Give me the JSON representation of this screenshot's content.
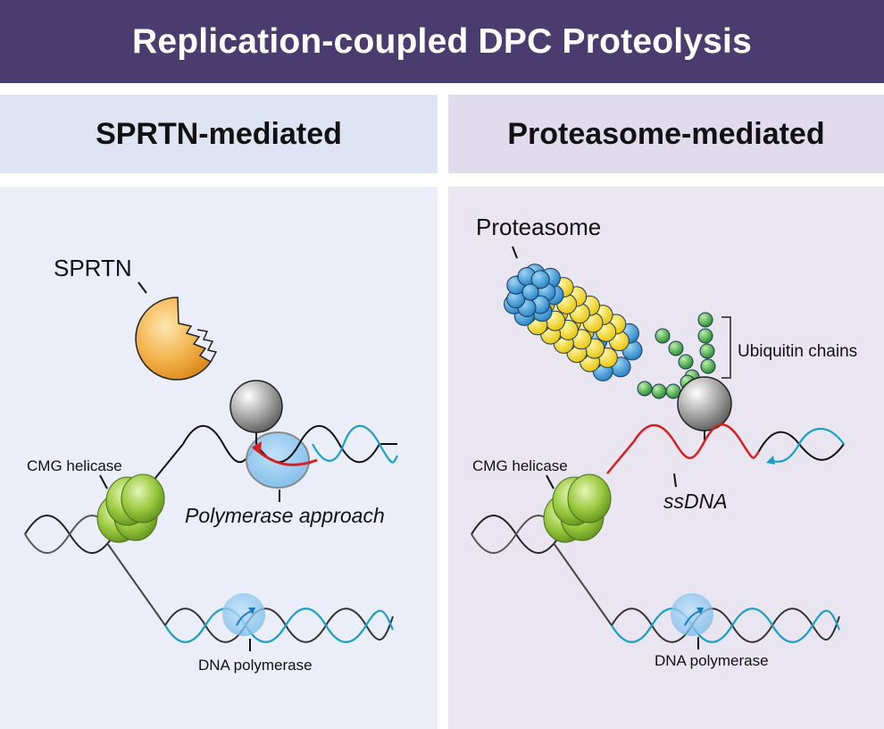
{
  "title": "Replication-coupled DPC Proteolysis",
  "panels": {
    "left": {
      "heading": "SPRTN-mediated",
      "labels": {
        "sprtn": "SPRTN",
        "cmg": "CMG helicase",
        "approach": "Polymerase approach",
        "polymerase": "DNA polymerase"
      }
    },
    "right": {
      "heading": "Proteasome-mediated",
      "labels": {
        "proteasome": "Proteasome",
        "ubiquitin": "Ubiquitin chains",
        "cmg": "CMG helicase",
        "ssdna": "ssDNA",
        "polymerase": "DNA polymerase"
      }
    }
  },
  "colors": {
    "title_bg": "#4a3c6e",
    "sprtn": "#f0a93a",
    "helicase": "#8fbf3a",
    "polymerase": "#6fb5e8",
    "dna_blue": "#1aa0c8",
    "dna_black": "#222222",
    "ssdna_red": "#d42020",
    "ubiquitin": "#3aa640",
    "proteasome_blue": "#3a9ad8",
    "proteasome_yellow": "#f5e01c"
  }
}
